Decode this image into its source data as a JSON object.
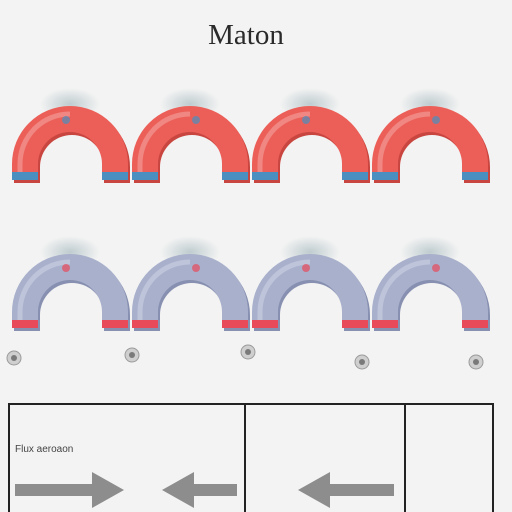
{
  "title": "Maton",
  "colors": {
    "background": "#f3f3f3",
    "red_magnet": "#ec5f58",
    "red_magnet_dark": "#c94640",
    "blue_magnet": "#a8b0cc",
    "blue_magnet_dark": "#8790b0",
    "tip_blue": "#4a8fbf",
    "tip_red": "#e84a5a",
    "arrow": "#8d8d8d",
    "lines": "#222222"
  },
  "rows": [
    {
      "name": "top-row",
      "color": "red",
      "count": 4
    },
    {
      "name": "bottom-row",
      "color": "blue",
      "count": 4
    }
  ],
  "dots": {
    "count": 5,
    "icon": "circle-dot"
  },
  "box": {
    "label": "Flux aeroaon",
    "arrows": [
      {
        "direction": "right",
        "icon": "arrow-right-icon"
      },
      {
        "direction": "left",
        "icon": "arrow-left-icon"
      },
      {
        "direction": "left",
        "icon": "arrow-left-icon"
      }
    ]
  }
}
